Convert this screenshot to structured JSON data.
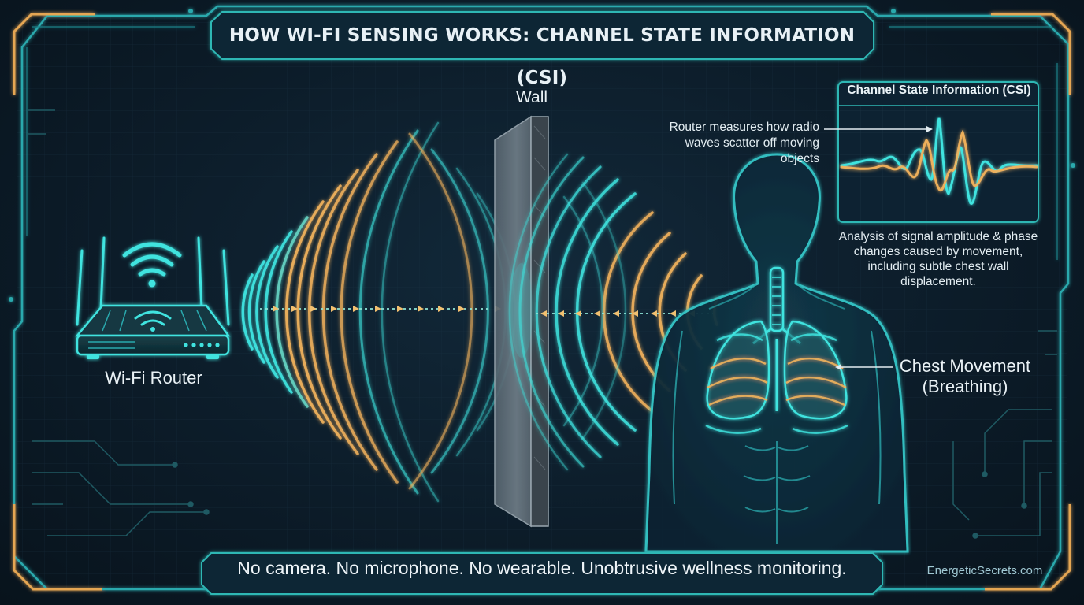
{
  "title": "HOW WI-FI SENSING WORKS: CHANNEL STATE INFORMATION (CSI)",
  "labels": {
    "wall": "Wall",
    "router": "Wi-Fi Router",
    "scatter_note": "Router measures how radio waves scatter off moving objects",
    "chest": "Chest Movement (Breathing)"
  },
  "csi_panel": {
    "title": "Channel State Information (CSI)",
    "description": "Analysis of signal amplitude & phase changes caused by movement, including subtle chest wall displacement."
  },
  "footer": "No camera. No microphone. No wearable. Unobtrusive wellness monitoring.",
  "brand": "EnergeticSecrets.com",
  "icons": [
    "wifi-icon",
    "router-icon",
    "human-silhouette-icon",
    "lungs-icon"
  ],
  "colors": {
    "background": "#0c1c29",
    "accent_cyan": "#3fe3df",
    "accent_orange": "#f2b25c",
    "frame_cyan": "#2aa9ad",
    "text": "#e9f1f5"
  }
}
